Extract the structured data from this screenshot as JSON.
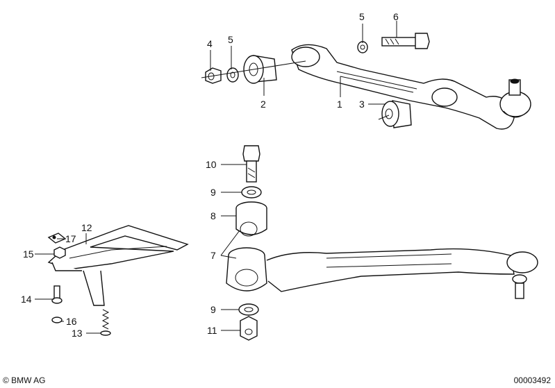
{
  "callouts": [
    {
      "id": "c1",
      "text": "1"
    },
    {
      "id": "c2",
      "text": "2"
    },
    {
      "id": "c3",
      "text": "3"
    },
    {
      "id": "c4",
      "text": "4"
    },
    {
      "id": "c5a",
      "text": "5"
    },
    {
      "id": "c5b",
      "text": "5"
    },
    {
      "id": "c6",
      "text": "6"
    },
    {
      "id": "c7",
      "text": "7"
    },
    {
      "id": "c8",
      "text": "8"
    },
    {
      "id": "c9a",
      "text": "9"
    },
    {
      "id": "c9b",
      "text": "9"
    },
    {
      "id": "c10",
      "text": "10"
    },
    {
      "id": "c11",
      "text": "11"
    },
    {
      "id": "c12",
      "text": "12"
    },
    {
      "id": "c13",
      "text": "13"
    },
    {
      "id": "c14",
      "text": "14"
    },
    {
      "id": "c15",
      "text": "15"
    },
    {
      "id": "c16",
      "text": "16"
    },
    {
      "id": "c17",
      "text": "17"
    }
  ],
  "footer": {
    "copyright": "© BMW AG",
    "doc_number": "00003492"
  }
}
